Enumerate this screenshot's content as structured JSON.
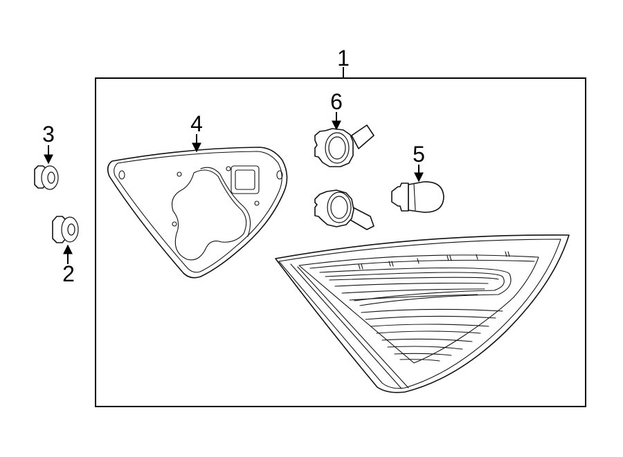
{
  "callouts": {
    "c1": "1",
    "c2": "2",
    "c3": "3",
    "c4": "4",
    "c5": "5",
    "c6": "6"
  },
  "parts": [
    {
      "callout": "1",
      "part": "lamp-assembly-frame"
    },
    {
      "callout": "2",
      "part": "nut"
    },
    {
      "callout": "3",
      "part": "nut"
    },
    {
      "callout": "4",
      "part": "gasket"
    },
    {
      "callout": "5",
      "part": "bulb"
    },
    {
      "callout": "6",
      "part": "socket"
    }
  ],
  "colors": {
    "line": "#111111",
    "background": "#ffffff"
  }
}
